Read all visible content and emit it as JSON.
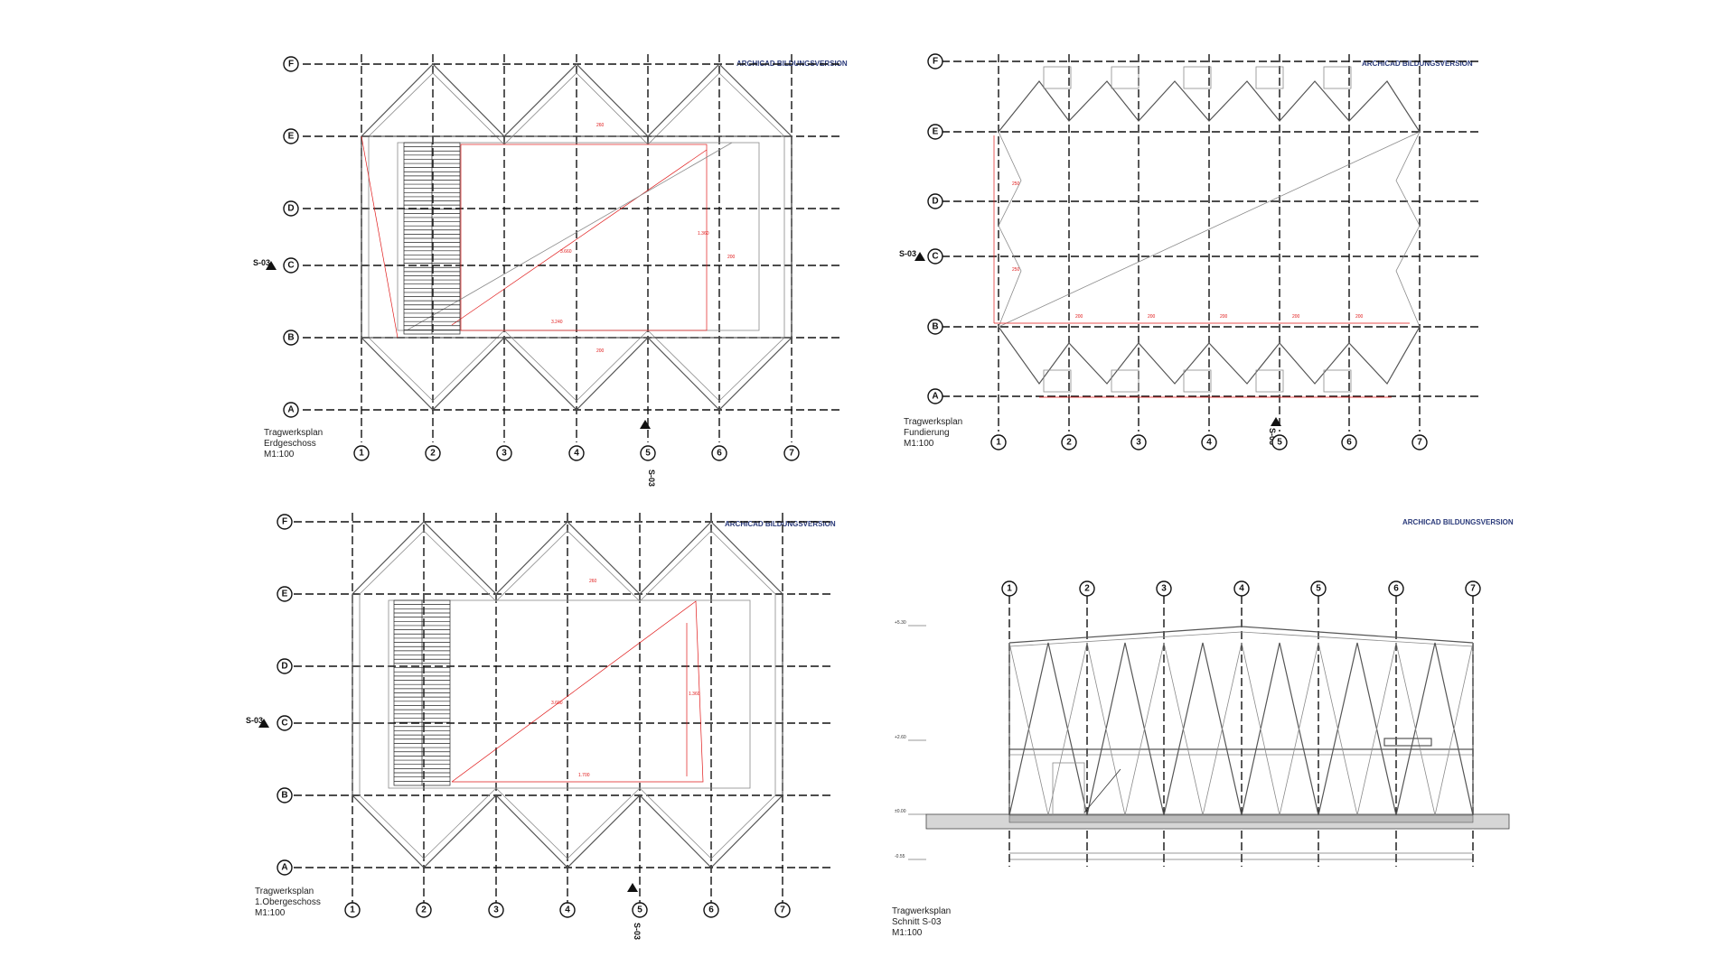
{
  "watermark": "ARCHICAD BILDUNGSVERSION",
  "grid": {
    "columns": [
      "1",
      "2",
      "3",
      "4",
      "5",
      "6",
      "7"
    ],
    "rows": [
      "A",
      "B",
      "C",
      "D",
      "E",
      "F"
    ]
  },
  "section_marker": "S-03",
  "plans": [
    {
      "id": "erdgeschoss",
      "title_lines": [
        "Tragwerksplan",
        "Erdgeschoss",
        "M1:100"
      ]
    },
    {
      "id": "fundierung",
      "title_lines": [
        "Tragwerksplan",
        "Fundierung",
        "M1:100"
      ]
    },
    {
      "id": "obergeschoss",
      "title_lines": [
        "Tragwerksplan",
        "1.Obergeschoss",
        "M1:100"
      ]
    },
    {
      "id": "schnitt",
      "title_lines": [
        "Tragwerksplan",
        "Schnitt S-03",
        "M1:100"
      ]
    }
  ],
  "section_levels": [
    "+5.30",
    "+2.60",
    "±0.00",
    "-0.55"
  ],
  "colors": {
    "dimension_red": "#e01818",
    "watermark_blue": "#2a3a7a",
    "grid": "#111111"
  }
}
